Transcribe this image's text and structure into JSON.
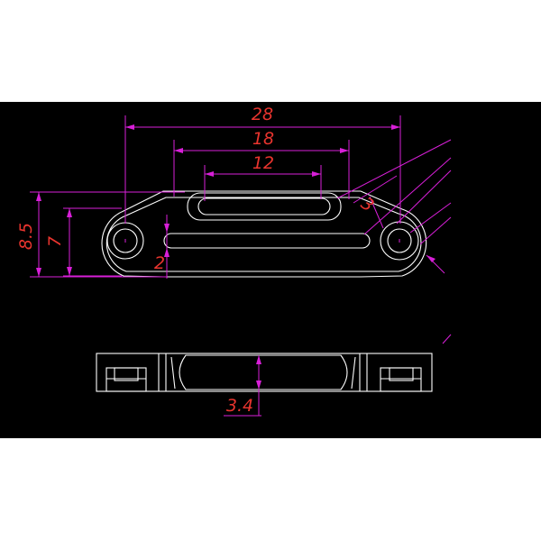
{
  "viewport": {
    "background": "#000000",
    "page_background": "#ffffff"
  },
  "colors": {
    "part_outline": "#ffffff",
    "dimension_line": "#d81fd8",
    "dimension_text": "#e8342e"
  },
  "top_view": {
    "dimensions": {
      "overall_length": "28",
      "outer_slot_length": "18",
      "inner_slot_length": "12",
      "overall_height": "8.5",
      "body_height": "7",
      "slot_width": "2",
      "angle": "3"
    }
  },
  "side_view": {
    "dimensions": {
      "thickness": "3.4"
    }
  }
}
